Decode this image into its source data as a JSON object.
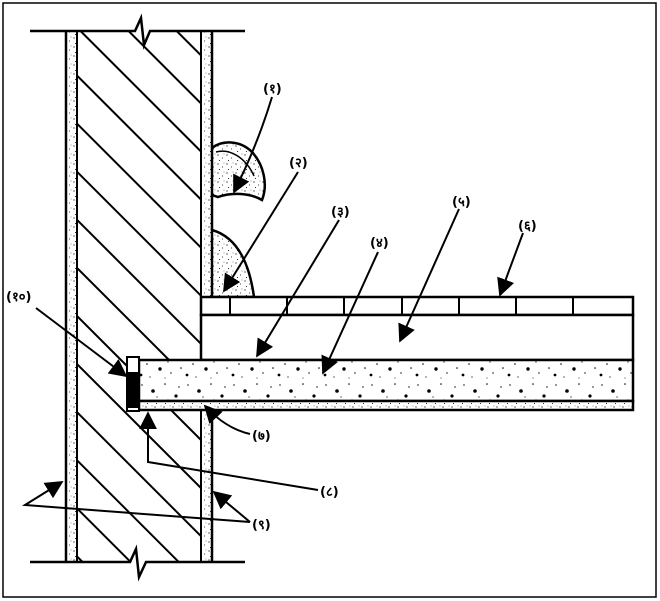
{
  "labels": {
    "l1": "(१)",
    "l2": "(२)",
    "l3": "(३)",
    "l4": "(४)",
    "l5": "(५)",
    "l6": "(६)",
    "l7": "(७)",
    "l8": "(८)",
    "l9": "(९)",
    "l10": "(१०)"
  }
}
